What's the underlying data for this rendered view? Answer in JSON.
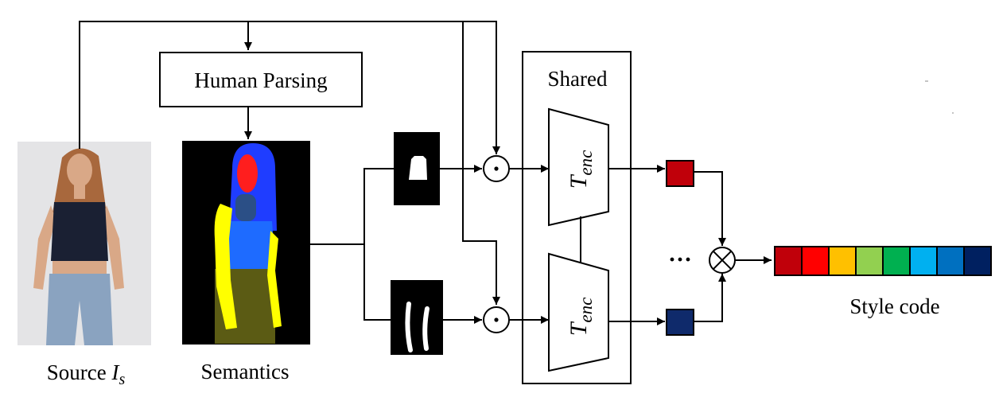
{
  "labels": {
    "human_parsing": "Human Parsing",
    "shared": "Shared",
    "source_text": "Source ",
    "source_var": "I",
    "source_sub": "s",
    "semantics": "Semantics",
    "encoder_var": "T",
    "encoder_sub": "enc",
    "ellipsis": "···",
    "style_code": "Style code",
    "product_symbol": "⊙",
    "combine_symbol": "⊗"
  },
  "colors": {
    "source_background": "#e4e4e6",
    "skin": "#d9a887",
    "hair": "#a8683d",
    "top_garment": "#1a2033",
    "jeans": "#8aa3c0",
    "parse_background": "#000000",
    "parse_hair": "#1f3dff",
    "parse_face": "#ff1e1e",
    "parse_neck": "#2b4f86",
    "parse_top": "#1e6bff",
    "parse_arms": "#ffff00",
    "parse_pants": "#5b5b14",
    "mask_background": "#000000",
    "mask_foreground": "#ffffff",
    "style_vector_top": "#c0000a",
    "style_vector_bottom": "#0f2a6b",
    "style_code_cells": [
      "#c0000a",
      "#ff0000",
      "#ffc000",
      "#92d050",
      "#00b050",
      "#00b0f0",
      "#0070c0",
      "#002060"
    ]
  }
}
